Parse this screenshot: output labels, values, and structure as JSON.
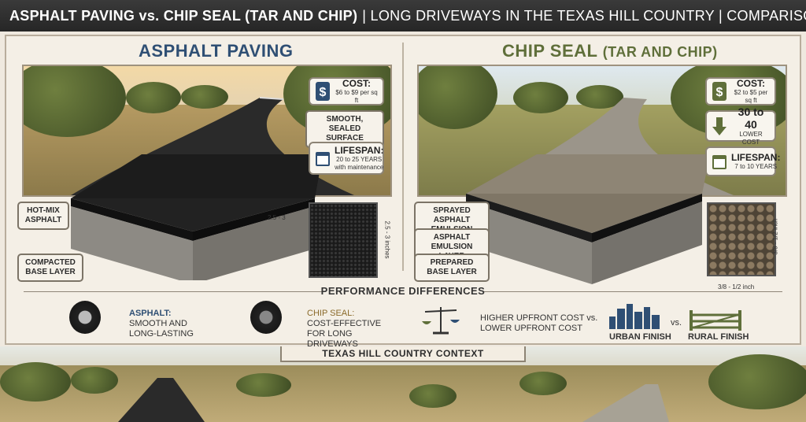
{
  "header": {
    "title_bold": "ASPHALT PAVING vs. CHIP SEAL (TAR AND CHIP)",
    "title_rest": "| LONG DRIVEWAYS IN THE TEXAS HILL COUNTRY | COMPARISON GUIDE"
  },
  "asphalt": {
    "title": "ASPHALT PAVING",
    "cost_title": "COST:",
    "cost_value": "$6 to $9 per sq ft",
    "surface_label": "SMOOTH, SEALED SURFACE",
    "lifespan_title": "LIFESPAN:",
    "lifespan_value": "20 to 25 YEARS",
    "lifespan_note": "with maintenance",
    "layer1": "HOT-MIX ASPHALT",
    "layer2": "COMPACTED BASE LAYER",
    "dim_short": "2.5 - 3",
    "dim_long": "2.5 - 3 inches"
  },
  "chip": {
    "title_main": "CHIP SEAL",
    "title_paren": "(TAR AND CHIP)",
    "cost_title": "COST:",
    "cost_value": "$2 to $5 per sq ft",
    "savings_value": "30 to 40",
    "savings_label": "LOWER COST",
    "lifespan_title": "LIFESPAN:",
    "lifespan_value": "7 to 10 YEARS",
    "layer1": "SPRAYED ASPHALT EMULSION",
    "layer2": "ASPHALT EMULSION LAYER",
    "layer3": "PREPARED BASE LAYER",
    "dim_vertical": "3/8 - 1/2 inch",
    "dim_horizontal": "3/8 - 1/2 inch"
  },
  "performance": {
    "title": "PERFORMANCE DIFFERENCES",
    "asphalt_name": "ASPHALT:",
    "asphalt_desc": "SMOOTH AND LONG-LASTING",
    "chip_name": "CHIP SEAL:",
    "chip_desc": "COST-EFFECTIVE FOR LONG DRIVEWAYS",
    "cost_line1": "HIGHER UPFRONT COST vs.",
    "cost_line2": "LOWER UPFRONT COST",
    "urban_label": "URBAN FINISH",
    "vs": "vs.",
    "rural_label": "RURAL FINISH"
  },
  "context": {
    "title": "TEXAS HILL COUNTRY CONTEXT"
  },
  "colors": {
    "asphalt_title": "#2f4f74",
    "chip_title": "#5f6f3a",
    "asphalt_text": "#2f4f74",
    "chip_text": "#8a6a2a"
  }
}
